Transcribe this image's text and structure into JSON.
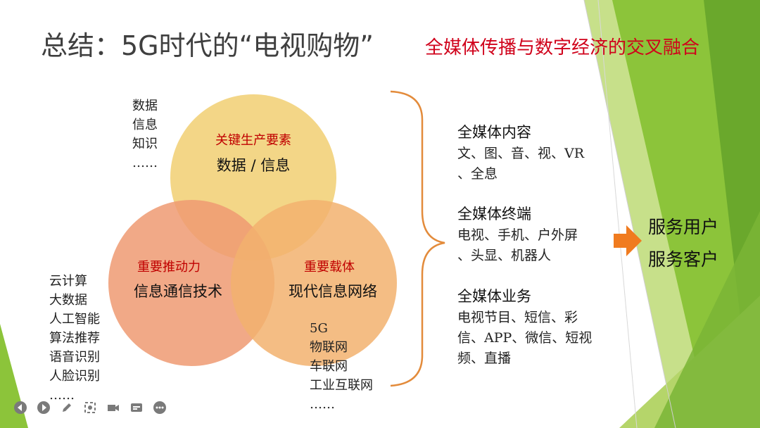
{
  "slide": {
    "title": "总结：5G时代的“电视购物”",
    "subtitle": "全媒体传播与数字经济的交叉融合"
  },
  "venn": {
    "top": {
      "tag": "关键生产要素",
      "name": "数据 / 信息",
      "color": "#f1cf72"
    },
    "left": {
      "tag": "重要推动力",
      "name": "信息通信技术",
      "color": "#ee9a72"
    },
    "right": {
      "tag": "重要载体",
      "name": "现代信息网络",
      "color": "#f2b16e"
    }
  },
  "notes": {
    "top": [
      "数据",
      "信息",
      "知识",
      "……"
    ],
    "left": [
      "云计算",
      "大数据",
      "人工智能",
      "算法推荐",
      "语音识别",
      "人脸识别",
      "……"
    ],
    "right": [
      "5G",
      "物联网",
      "车联网",
      "工业互联网",
      "……"
    ]
  },
  "aspects": [
    {
      "heading": "全媒体内容",
      "desc_lines": [
        "文、图、音、视、VR",
        "、全息"
      ]
    },
    {
      "heading": "全媒体终端",
      "desc_lines": [
        "电视、手机、户外屏",
        "、头显、机器人"
      ]
    },
    {
      "heading": "全媒体业务",
      "desc_lines": [
        "电视节目、短信、彩",
        "信、APP、微信、短视",
        "频、直播"
      ]
    }
  ],
  "outcome": {
    "line1": "服务用户",
    "line2": "服务客户"
  },
  "colors": {
    "title": "#3f3f3f",
    "subtitle": "#d0021b",
    "tag_red": "#c00000",
    "brace": "#e38b3b",
    "arrow": "#f07b1f",
    "green_dark": "#5f9e2e",
    "green_light": "#9acb3c"
  },
  "toolbar": [
    "prev-icon",
    "play-icon",
    "pen-icon",
    "zoom-icon",
    "camera-icon",
    "subtitles-icon",
    "more-icon"
  ]
}
